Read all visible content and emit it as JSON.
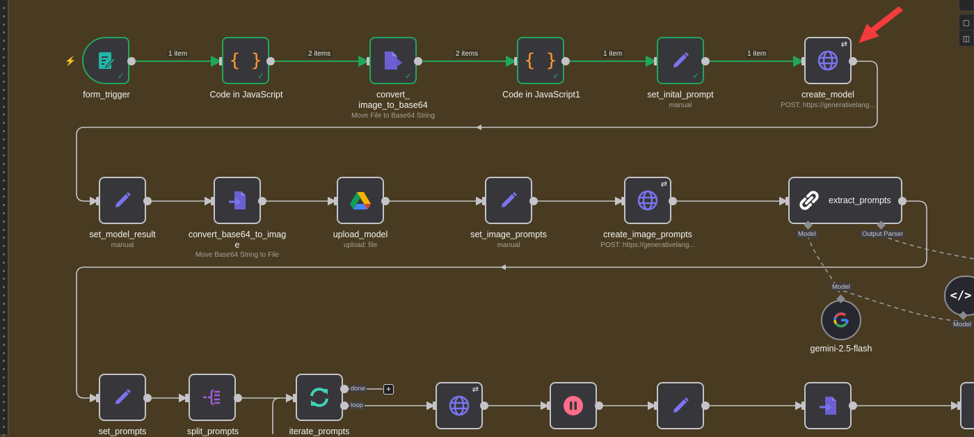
{
  "canvas": {
    "background": "#483b21",
    "accent_success": "#22a65b",
    "arrow_annotation_color": "#f23b3b"
  },
  "right_toolbar": [
    {
      "name": "file-icon",
      "glyph": "▢"
    },
    {
      "name": "panel-icon",
      "glyph": "◫"
    }
  ],
  "row1": {
    "nodes": [
      {
        "id": "form_trigger",
        "label": "form_trigger",
        "sub": "",
        "icon": "form-icon",
        "status": "success"
      },
      {
        "id": "code_js",
        "label": "Code in JavaScript",
        "sub": "",
        "icon": "code-braces-icon",
        "status": "success"
      },
      {
        "id": "convert_image",
        "label": "convert_ image_to_base64",
        "label_line1": "convert_",
        "label_line2": "image_to_base64",
        "sub": "Move File to Base64 String",
        "icon": "file-export-icon",
        "status": "success"
      },
      {
        "id": "code_js1",
        "label": "Code in JavaScript1",
        "sub": "",
        "icon": "code-braces-icon",
        "status": "success"
      },
      {
        "id": "set_inital_prompt",
        "label": "set_inital_prompt",
        "sub": "manual",
        "icon": "pencil-icon",
        "status": "success"
      },
      {
        "id": "create_model",
        "label": "create_model",
        "sub": "POST: https://generativelang...",
        "icon": "globe-icon",
        "status": "idle"
      }
    ],
    "edge_labels": [
      "1 item",
      "2 items",
      "2 items",
      "1 item",
      "1 item"
    ]
  },
  "row2": {
    "nodes": [
      {
        "id": "set_model_result",
        "label": "set_model_result",
        "sub": "manual",
        "icon": "pencil-icon"
      },
      {
        "id": "convert_base64",
        "label_line1": "convert_base64_to_imag",
        "label_line2": "e",
        "sub": "Move Base64 String to File",
        "icon": "file-import-icon"
      },
      {
        "id": "upload_model",
        "label": "upload_model",
        "sub": "upload: file",
        "icon": "google-drive-icon"
      },
      {
        "id": "set_image_prompts",
        "label": "set_image_prompts",
        "sub": "manual",
        "icon": "pencil-icon"
      },
      {
        "id": "create_image_prompts",
        "label": "create_image_prompts",
        "sub": "POST: https://generativelang...",
        "icon": "globe-icon"
      },
      {
        "id": "extract_prompts",
        "label": "extract_prompts",
        "icon": "chain-link-icon"
      }
    ],
    "extract_ports": {
      "model": "Model",
      "output_parser": "Output Parser"
    }
  },
  "sub_nodes": {
    "gemini": {
      "label": "gemini-2.5-flash",
      "port_label": "Model",
      "icon": "google-icon"
    },
    "parser": {
      "icon": "code-tag-icon",
      "port_label": "Model"
    }
  },
  "row3": {
    "nodes": [
      {
        "id": "set_prompts",
        "label": "set_prompts",
        "icon": "pencil-icon"
      },
      {
        "id": "split_prompts",
        "label": "split_prompts",
        "icon": "split-icon"
      },
      {
        "id": "iterate_prompts",
        "label": "iterate_prompts",
        "icon": "loop-icon"
      },
      {
        "id": "http4",
        "label": "",
        "icon": "globe-icon"
      },
      {
        "id": "wait",
        "label": "",
        "icon": "pause-icon"
      },
      {
        "id": "set5",
        "label": "",
        "icon": "pencil-icon"
      },
      {
        "id": "convert6",
        "label": "",
        "icon": "file-import-icon"
      }
    ],
    "iterate_outputs": {
      "done": "done",
      "loop": "loop"
    },
    "add_button": "+"
  },
  "glyphs": {
    "check": "✓",
    "loop_badge": "⇄",
    "trigger": "⚡",
    "braces": "{ }",
    "plus": "+"
  }
}
